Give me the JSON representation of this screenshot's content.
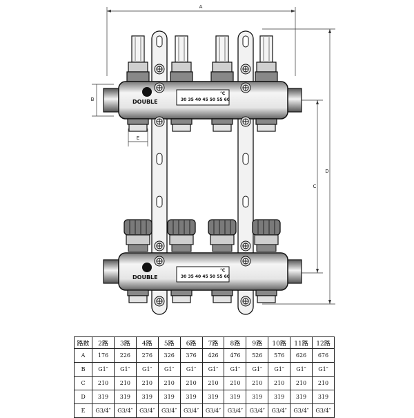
{
  "drawing": {
    "dim_labels": {
      "a": "A",
      "b": "B",
      "c": "C",
      "d": "D",
      "e": "E"
    },
    "brand": "DOUBLE",
    "scale_text": "30 35 40 45 50 55 60",
    "degree_unit": "℃"
  },
  "table": {
    "header": [
      "路数",
      "2路",
      "3路",
      "4路",
      "5路",
      "6路",
      "7路",
      "8路",
      "9路",
      "10路",
      "11路",
      "12路"
    ],
    "rows": [
      {
        "label": "A",
        "cells": [
          "176",
          "226",
          "276",
          "326",
          "376",
          "426",
          "476",
          "526",
          "576",
          "626",
          "676"
        ]
      },
      {
        "label": "B",
        "cells": [
          "G1″",
          "G1″",
          "G1″",
          "G1″",
          "G1″",
          "G1″",
          "G1″",
          "G1″",
          "G1″",
          "G1″",
          "G1″"
        ]
      },
      {
        "label": "C",
        "cells": [
          "210",
          "210",
          "210",
          "210",
          "210",
          "210",
          "210",
          "210",
          "210",
          "210",
          "210"
        ]
      },
      {
        "label": "D",
        "cells": [
          "319",
          "319",
          "319",
          "319",
          "319",
          "319",
          "319",
          "319",
          "319",
          "319",
          "319"
        ]
      },
      {
        "label": "E",
        "cells": [
          "G3/4″",
          "G3/4″",
          "G3/4″",
          "G3/4″",
          "G3/4″",
          "G3/4″",
          "G3/4″",
          "G3/4″",
          "G3/4″",
          "G3/4″",
          "G3/4″"
        ]
      }
    ]
  }
}
